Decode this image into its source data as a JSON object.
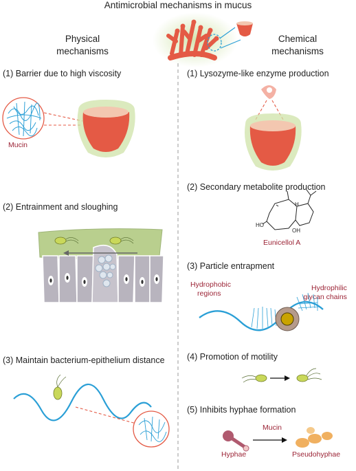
{
  "title": "Antimicrobial mechanisms in mucus",
  "columns": {
    "physical": {
      "line1": "Physical",
      "line2": "mechanisms"
    },
    "chemical": {
      "line1": "Chemical",
      "line2": "mechanisms"
    }
  },
  "physical_steps": [
    {
      "label": "(1) Barrier due to high viscosity"
    },
    {
      "label": "(2) Entrainment and sloughing"
    },
    {
      "label": "(3) Maintain bacterium-epithelium distance"
    }
  ],
  "chemical_steps": [
    {
      "label": "(1) Lysozyme-like enzyme production"
    },
    {
      "label": "(2) Secondary metabolite production"
    },
    {
      "label": "(3) Particle entrapment"
    },
    {
      "label": "(4) Promotion of motility"
    },
    {
      "label": "(5) Inhibits hyphae formation"
    }
  ],
  "labels": {
    "mucin": "Mucin",
    "eunicellol": "Eunicellol A",
    "ho": "HO",
    "oh": "OH",
    "h": "H",
    "hydrophobic_line1": "Hydrophobic",
    "hydrophobic_line2": "regions",
    "hydrophilic_line1": "Hydrophilic",
    "hydrophilic_line2": "glycan chains",
    "mucin_arrow": "Mucin",
    "hyphae": "Hyphae",
    "pseudohyphae": "Pseudohyphae"
  },
  "colors": {
    "coral": "#e45a45",
    "mucus_glow": "#cfe3a8",
    "mucin_blue": "#2a9fd6",
    "label_red": "#9b2335",
    "cell_gray": "#b8b4be"
  }
}
